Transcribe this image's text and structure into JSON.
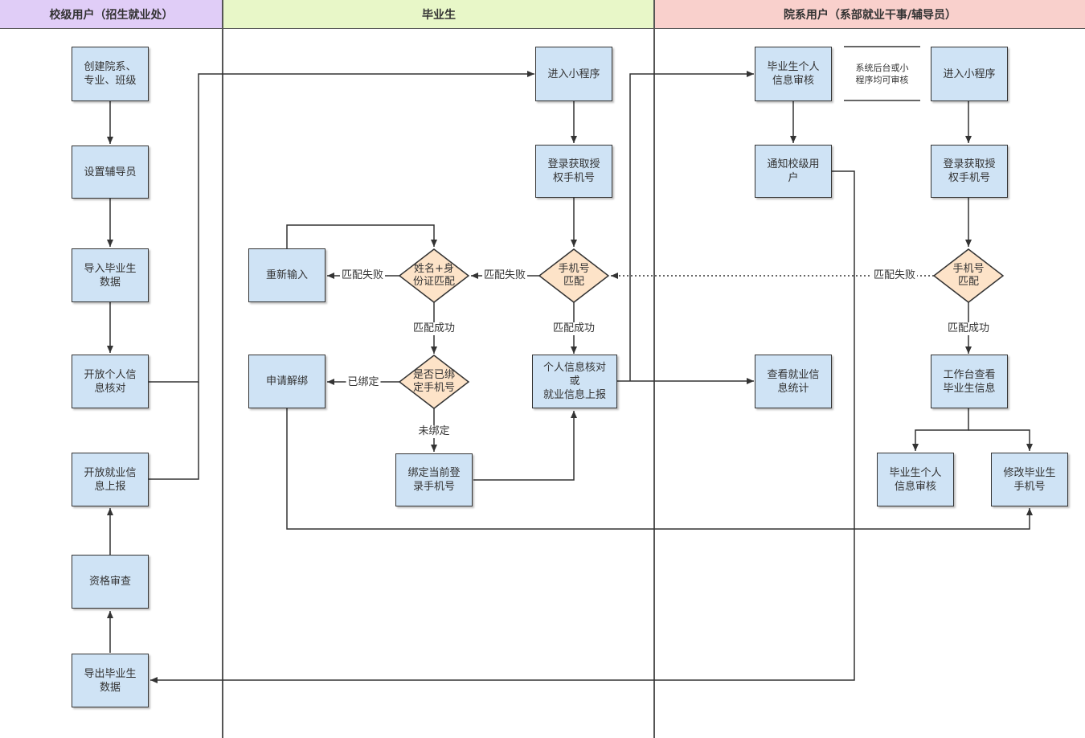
{
  "lanes": {
    "school": {
      "title": "校级用户（招生就业处）",
      "color": "#e0cdf7"
    },
    "graduate": {
      "title": "毕业生",
      "color": "#e8f7c8"
    },
    "dept": {
      "title": "院系用户（系部就业干事/辅导员）",
      "color": "#f9d0cc"
    }
  },
  "colors": {
    "process": "#cfe3f5",
    "decision": "#fde3c8"
  },
  "nodes": {
    "create_dept": "创建院系、\n专业、班级",
    "set_counselor": "设置辅导员",
    "import_data": "导入毕业生\n数据",
    "open_info_check": "开放个人信\n息核对",
    "open_employment": "开放就业信\n息上报",
    "qualification": "资格审查",
    "export_data": "导出毕业生\n数据",
    "g_enter": "进入小程序",
    "g_login": "登录获取授\n权手机号",
    "g_phone_match": "手机号\n匹配",
    "name_id_match": "姓名+身\n份证匹配",
    "reenter": "重新输入",
    "is_bound": "是否已绑\n定手机号",
    "unbind": "申请解绑",
    "bind_current": "绑定当前登\n录手机号",
    "info_report": "个人信息核对\n或\n就业信息上报",
    "d_review": "毕业生个人\n信息审核",
    "d_notify": "通知校级用\n户",
    "d_stats": "查看就业信\n息统计",
    "d_enter": "进入小程序",
    "d_login": "登录获取授\n权手机号",
    "d_phone_match": "手机号\n匹配",
    "d_workbench": "工作台查看\n毕业生信息",
    "d_review2": "毕业生个人\n信息审核",
    "d_modify": "修改毕业生\n手机号"
  },
  "note": "系统后台或小\n程序均可审核",
  "edge_labels": {
    "g_fail1": "匹配失败",
    "g_fail2": "匹配失败",
    "g_success1": "匹配成功",
    "g_success2": "匹配成功",
    "bound": "已绑定",
    "not_bound": "未绑定",
    "d_fail": "匹配失败",
    "d_success": "匹配成功"
  }
}
